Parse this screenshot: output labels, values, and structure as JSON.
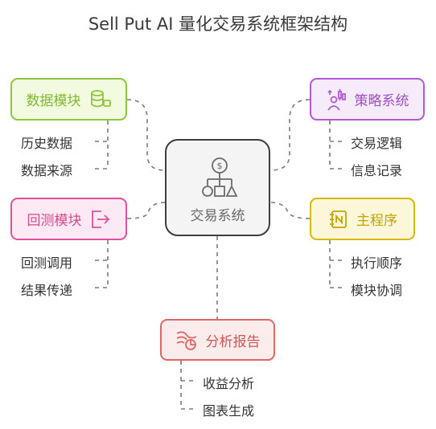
{
  "title": "Sell Put AI 量化交易系统框架结构",
  "center": {
    "label": "交易系统",
    "icon": "dollar-hierarchy-icon"
  },
  "modules": {
    "data": {
      "label": "数据模块",
      "icon": "database-icon",
      "color": "#8dc63f",
      "fill": "#f2fadf",
      "items": [
        "历史数据",
        "数据来源"
      ]
    },
    "strategy": {
      "label": "策略系统",
      "icon": "strategy-user-icon",
      "color": "#b15ad6",
      "fill": "#f6ebfb",
      "items": [
        "交易逻辑",
        "信息记录"
      ]
    },
    "backtest": {
      "label": "回测模块",
      "icon": "exit-arrow-icon",
      "color": "#e0519a",
      "fill": "#fce9f3",
      "items": [
        "回测调用",
        "结果传递"
      ]
    },
    "main": {
      "label": "主程序",
      "icon": "notebook-icon",
      "color": "#d8b800",
      "fill": "#fcf7d8",
      "items": [
        "执行顺序",
        "模块协调"
      ]
    },
    "report": {
      "label": "分析报告",
      "icon": "report-chart-icon",
      "color": "#e06666",
      "fill": "#fdecec",
      "items": [
        "收益分析",
        "图表生成"
      ]
    }
  }
}
